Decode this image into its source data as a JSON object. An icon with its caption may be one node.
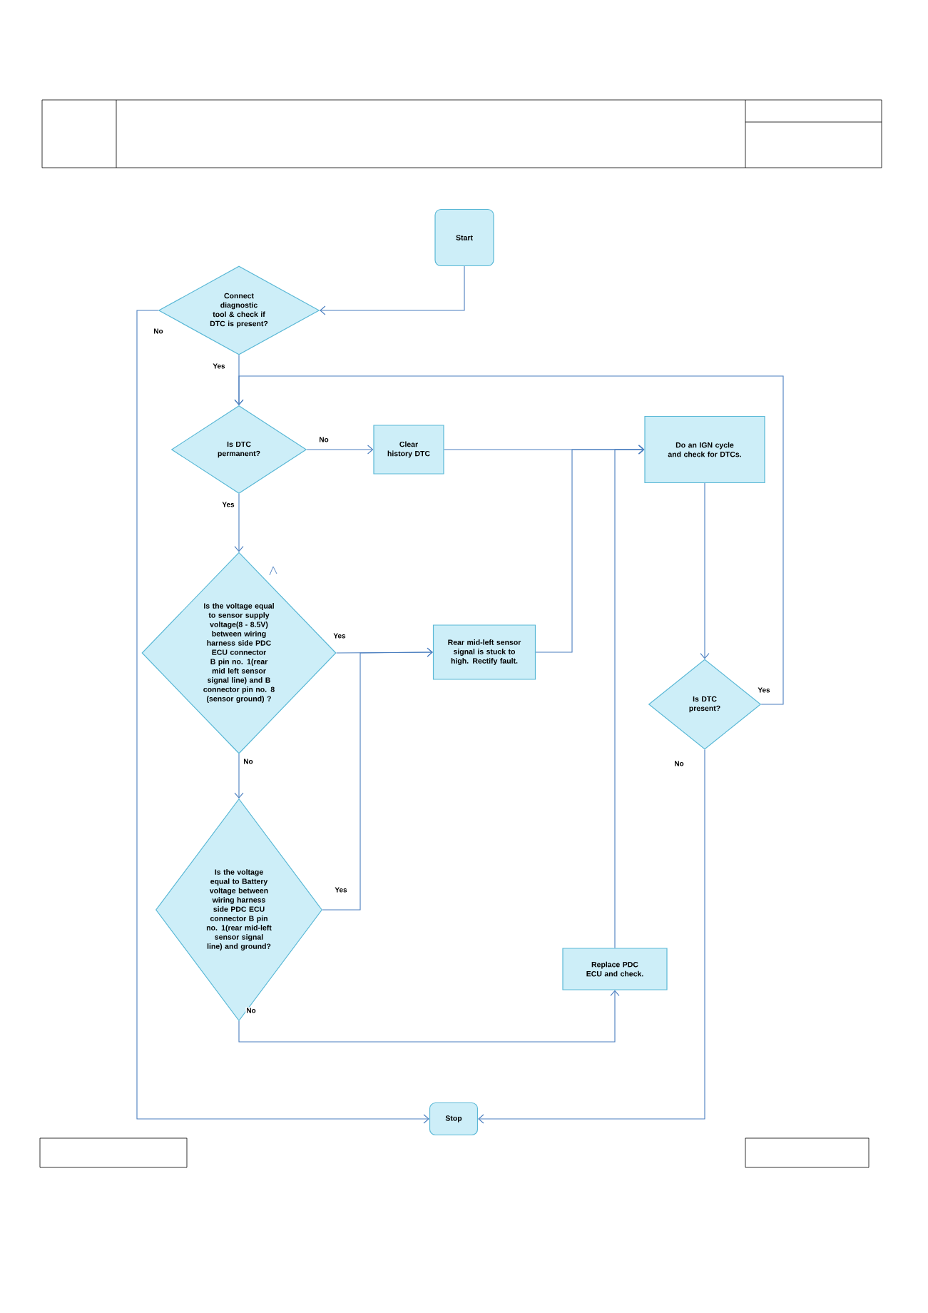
{
  "diagram": {
    "nodes": [
      {
        "text": [
          "Start"
        ]
      },
      {
        "text": [
          "Connect diagnostic tool & check if DTC is present?"
        ]
      },
      {
        "text": [
          "Is DTC permanent?"
        ]
      },
      {
        "text": [
          "Clear history DTC"
        ]
      },
      {
        "text": [
          "Do an IGN cycle and check for DTCs."
        ]
      },
      {
        "text": [
          "Is the voltage equal to sensor supply voltage(8 - 8.5V) between wiring harness side PDC ECU connector B pin no. 1(rear mid left sensor signal line) and  B connector pin no. 8 (sensor ground) ?"
        ]
      },
      {
        "text": [
          "Rear mid-left sensor signal is stuck to high. Rectify  fault."
        ]
      },
      {
        "text": [
          "Is DTC present?"
        ]
      },
      {
        "text": [
          "Is the voltage equal  to Battery voltage between wiring harness side PDC ECU connector B pin no. 1(rear mid-left sensor signal line) and ground?"
        ]
      },
      {
        "text": [
          "Replace PDC ECU and check."
        ]
      },
      {
        "text": [
          "Stop"
        ]
      }
    ],
    "edges": [
      {
        "from": 0,
        "to": 1,
        "arrow": "to"
      },
      {
        "from": 1,
        "to": 10,
        "arrow": "to",
        "label": "No"
      },
      {
        "from": 1,
        "to": 2,
        "arrow": "to",
        "label": "Yes"
      },
      {
        "from": 2,
        "to": 3,
        "arrow": "to",
        "label": "No"
      },
      {
        "from": 3,
        "to": 4,
        "arrow": "to"
      },
      {
        "from": 2,
        "to": 5,
        "arrow": "to",
        "label": "Yes"
      },
      {
        "from": 5,
        "to": 6,
        "arrow": "to",
        "label": "Yes"
      },
      {
        "from": 5,
        "to": 8,
        "arrow": "to",
        "label": "No"
      },
      {
        "from": 8,
        "to": 6,
        "arrow": "to",
        "label": "Yes"
      },
      {
        "from": 6,
        "to": 4,
        "arrow": "to"
      },
      {
        "from": 8,
        "to": 9,
        "arrow": "to",
        "label": "No"
      },
      {
        "from": 9,
        "to": 4,
        "arrow": "to"
      },
      {
        "from": 4,
        "to": 7,
        "arrow": "to"
      },
      {
        "from": 7,
        "to": 2,
        "arrow": "to",
        "label": "Yes"
      },
      {
        "from": 7,
        "to": 10,
        "arrow": "to",
        "label": "No"
      }
    ]
  }
}
